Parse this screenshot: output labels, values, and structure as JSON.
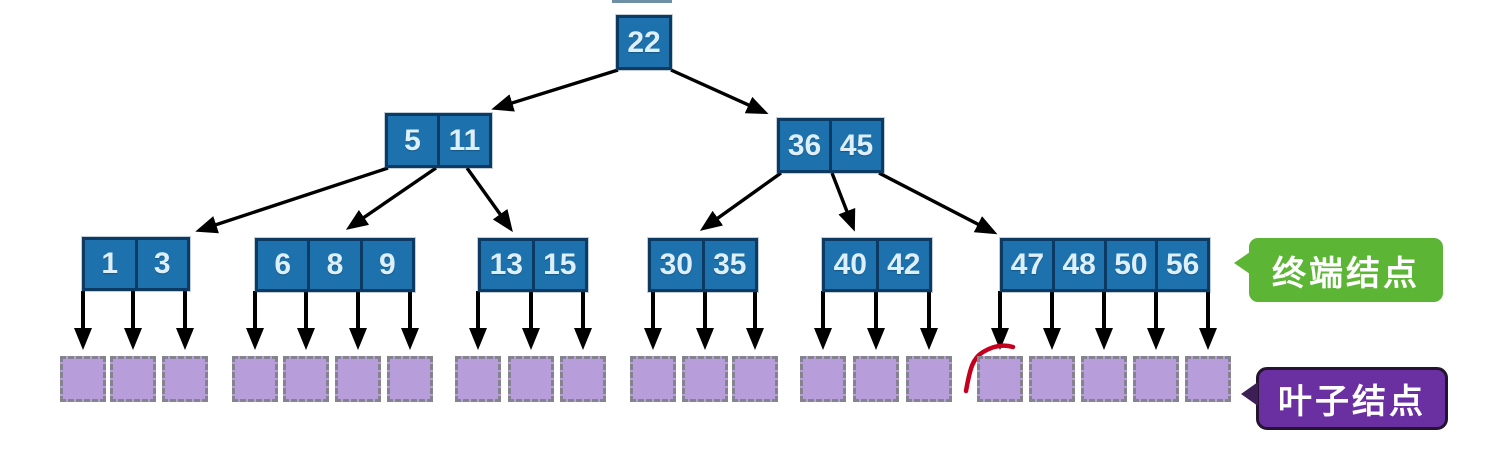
{
  "diagram": {
    "description": "B-tree structure diagram with terminal and leaf node callouts",
    "tree": {
      "root": {
        "keys": [
          "22"
        ]
      },
      "internal_nodes": [
        {
          "keys": [
            "5",
            "11"
          ]
        },
        {
          "keys": [
            "36",
            "45"
          ]
        }
      ],
      "terminal_nodes": [
        {
          "keys": [
            "1",
            "3"
          ]
        },
        {
          "keys": [
            "6",
            "8",
            "9"
          ]
        },
        {
          "keys": [
            "13",
            "15"
          ]
        },
        {
          "keys": [
            "30",
            "35"
          ]
        },
        {
          "keys": [
            "40",
            "42"
          ]
        },
        {
          "keys": [
            "47",
            "48",
            "50",
            "56"
          ]
        }
      ],
      "leaf_groups": [
        3,
        4,
        3,
        3,
        3,
        5
      ],
      "leaf_total": 21
    },
    "annotations": {
      "terminal_label": "终端结点",
      "leaf_label": "叶子结点",
      "red_mark": "hand-drawn red check mark over first pointer of rightmost terminal node"
    },
    "colors": {
      "node_fill": "#1d72ad",
      "node_border": "#0d3a62",
      "node_text": "#ddeffb",
      "leaf_fill": "#b79dda",
      "leaf_border": "#84848e",
      "terminal_badge_bg": "#5cb534",
      "leaf_badge_bg": "#6a2fa0",
      "arrow": "#000000",
      "red_mark": "#c4001e"
    }
  }
}
